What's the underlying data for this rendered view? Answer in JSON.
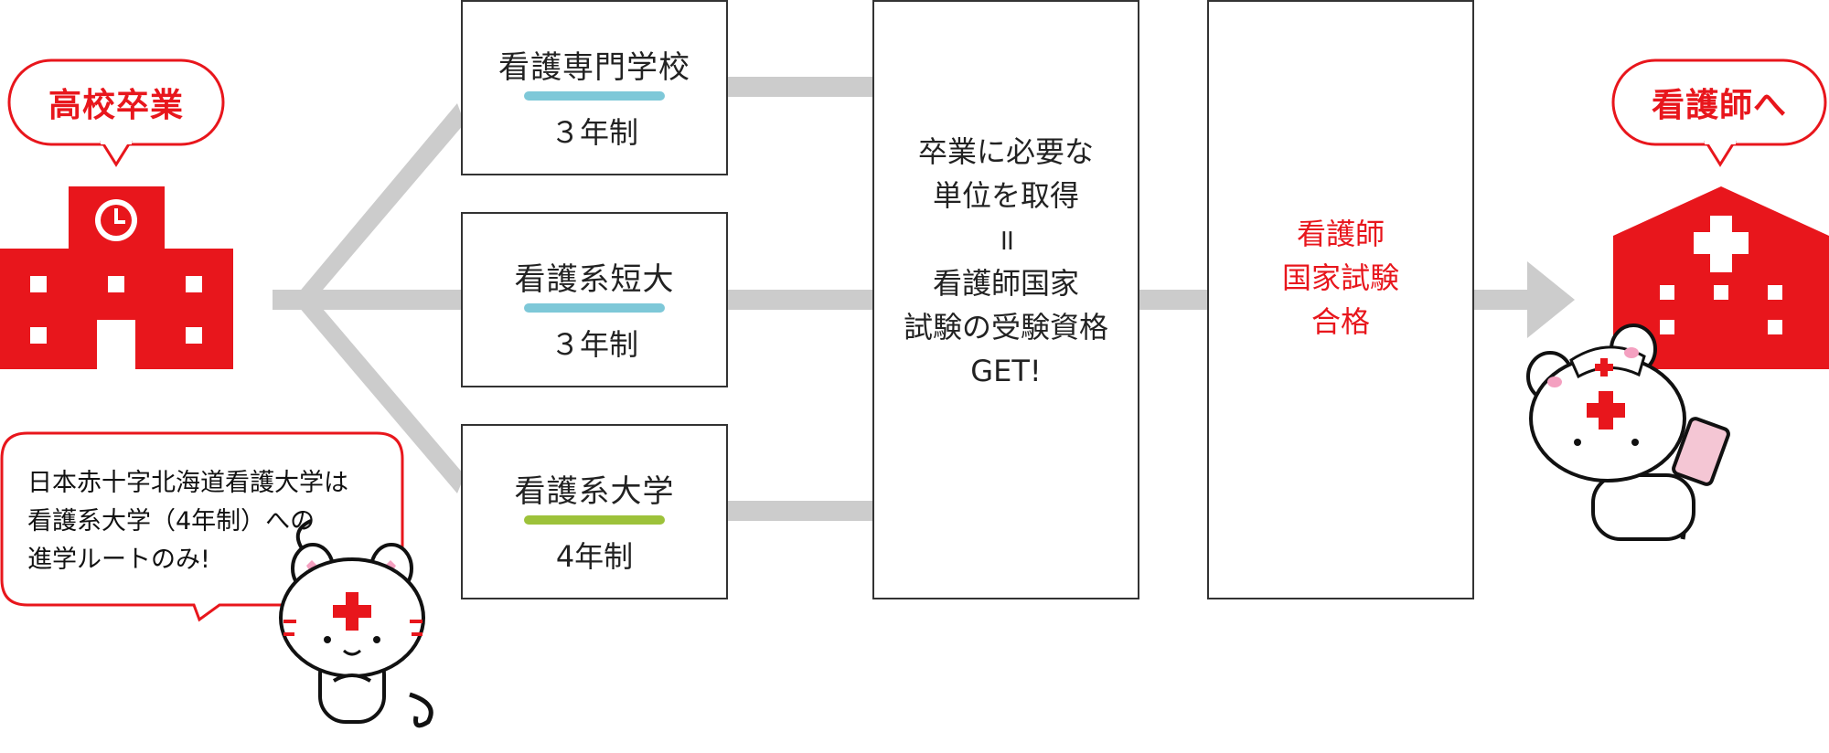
{
  "start": {
    "label": "高校卒業"
  },
  "end": {
    "label": "看護師へ"
  },
  "note": {
    "lines": [
      "日本赤十字北海道看護大学は",
      "看護系大学（4年制）への",
      "進学ルートのみ!"
    ]
  },
  "routes": [
    {
      "title": "看護専門学校",
      "duration": "３年制",
      "bar_color": "#7ec8d8"
    },
    {
      "title": "看護系短大",
      "duration": "３年制",
      "bar_color": "#7ec8d8"
    },
    {
      "title": "看護系大学",
      "duration": "4年制",
      "bar_color": "#9dc23a"
    }
  ],
  "qualification": {
    "lines": [
      "卒業に必要な",
      "単位を取得",
      "॥",
      "看護師国家",
      "試験の受験資格",
      "GET!"
    ]
  },
  "exam": {
    "lines": [
      "看護師",
      "国家試験",
      "合格"
    ]
  },
  "colors": {
    "accent": "#e8161c",
    "connector": "#cccccc",
    "border": "#333333"
  },
  "icons": [
    "school-building-icon",
    "hospital-building-icon",
    "open-book-pen-icon",
    "sakura-flower-icon",
    "mascot-tiger-icon",
    "mascot-nurse-tiger-icon"
  ]
}
